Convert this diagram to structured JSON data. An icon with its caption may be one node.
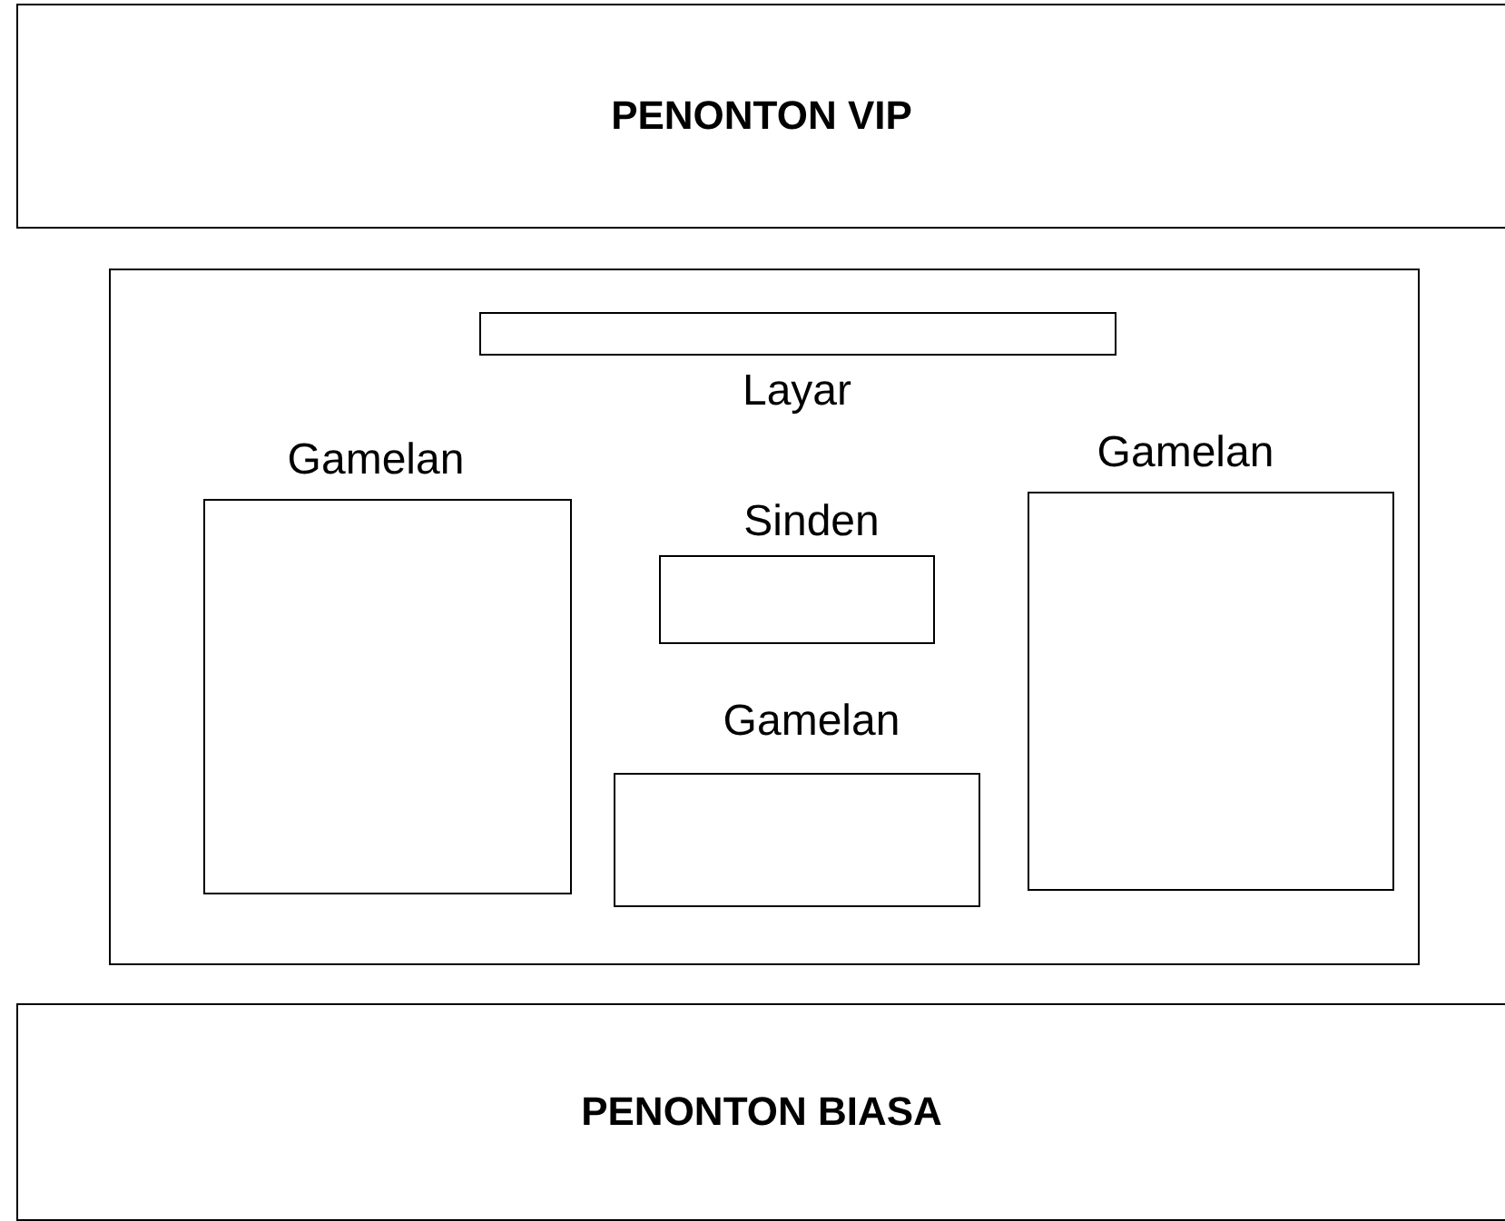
{
  "diagram": {
    "nodes": [
      {
        "text": [
          "PENONTON VIP"
        ]
      },
      {
        "text": [],
        "shape": "box"
      },
      {
        "text": [
          "Layar"
        ],
        "in": 1
      },
      {
        "text": [
          "Gamelan"
        ],
        "in": 1
      },
      {
        "text": [
          "Gamelan"
        ],
        "in": 1
      },
      {
        "text": [
          "Sinden"
        ],
        "in": 1
      },
      {
        "text": [
          "Gamelan"
        ],
        "in": 1
      },
      {
        "text": [
          "PENONTON BIASA"
        ]
      }
    ]
  }
}
